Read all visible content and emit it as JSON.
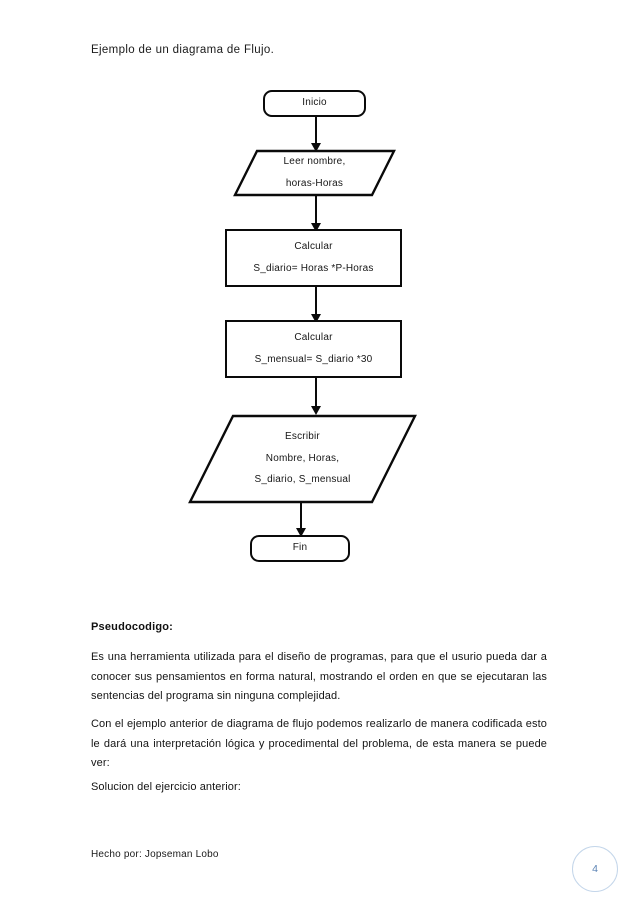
{
  "document": {
    "title": "Ejemplo de un diagrama de Flujo."
  },
  "flowchart": {
    "nodes": [
      {
        "id": "start",
        "shape": "terminator",
        "lines": [
          "Inicio"
        ]
      },
      {
        "id": "read",
        "shape": "parallelogram",
        "lines": [
          "Leer nombre,",
          "horas-Horas"
        ]
      },
      {
        "id": "calc1",
        "shape": "process",
        "lines": [
          "Calcular",
          "S_diario= Horas *P-Horas"
        ]
      },
      {
        "id": "calc2",
        "shape": "process",
        "lines": [
          "Calcular",
          "S_mensual= S_diario *30"
        ]
      },
      {
        "id": "write",
        "shape": "parallelogram",
        "lines": [
          "Escribir",
          "Nombre, Horas,",
          "S_diario, S_mensual"
        ]
      },
      {
        "id": "end",
        "shape": "terminator",
        "lines": [
          "Fin"
        ]
      }
    ],
    "stroke_color": "#0a0a0a"
  },
  "body": {
    "pseudocode_heading": "Pseudocodigo:",
    "paragraph_1": "Es  una herramienta utilizada para el diseño de programas, para que  el usurio pueda dar a conocer sus pensamientos en forma natural, mostrando el orden en que se ejecutaran las sentencias del programa sin ninguna  complejidad.",
    "paragraph_2": "Con el ejemplo anterior de diagrama de flujo podemos realizarlo de manera codificada esto le dará una  interpretación lógica y procedimental del problema, de esta manera se puede ver:",
    "paragraph_3": "Solucion del ejercicio anterior:"
  },
  "footer": {
    "credit": "Hecho por: Jopseman Lobo",
    "page_number": "4",
    "badge_border_color": "#c4d6ea",
    "badge_text_color": "#5b83b4"
  }
}
